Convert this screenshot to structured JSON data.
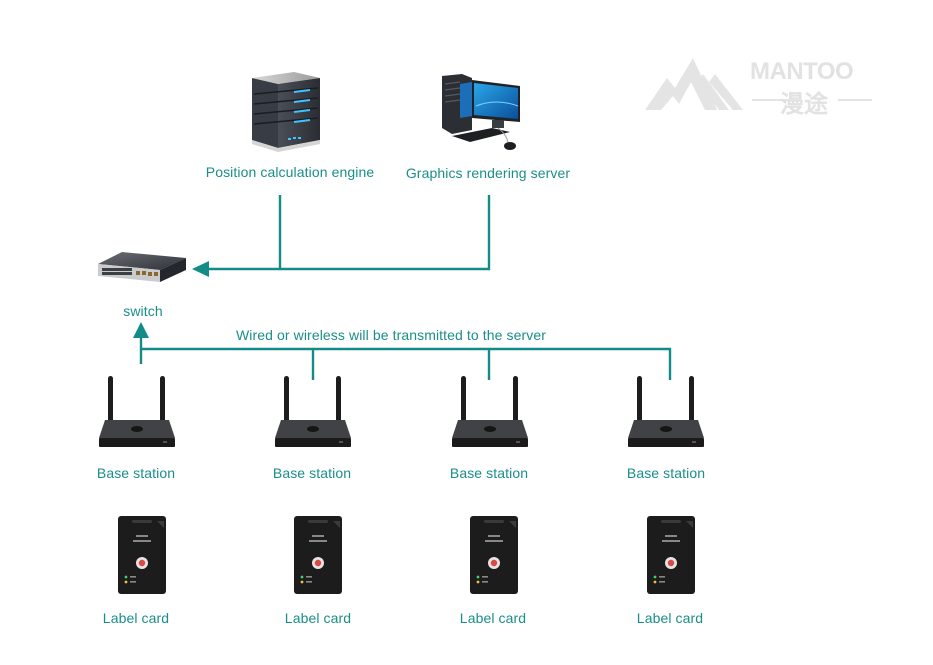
{
  "brand": {
    "name": "MANTOO",
    "name_cn": "漫途"
  },
  "colors": {
    "accent": "#138c87",
    "label_text": "#1a8e8a",
    "watermark": "#e2e2e2"
  },
  "servers": [
    {
      "icon": "server-tower-icon",
      "label": "Position calculation engine"
    },
    {
      "icon": "desktop-computer-icon",
      "label": "Graphics rendering server"
    }
  ],
  "switch": {
    "icon": "network-switch-icon",
    "label": "switch"
  },
  "link_caption": "Wired or wireless will be transmitted to the server",
  "base_stations": [
    {
      "icon": "router-icon",
      "label": "Base station"
    },
    {
      "icon": "router-icon",
      "label": "Base station"
    },
    {
      "icon": "router-icon",
      "label": "Base station"
    },
    {
      "icon": "router-icon",
      "label": "Base station"
    }
  ],
  "label_cards": [
    {
      "icon": "tag-card-icon",
      "label": "Label card"
    },
    {
      "icon": "tag-card-icon",
      "label": "Label card"
    },
    {
      "icon": "tag-card-icon",
      "label": "Label card"
    },
    {
      "icon": "tag-card-icon",
      "label": "Label card"
    }
  ]
}
